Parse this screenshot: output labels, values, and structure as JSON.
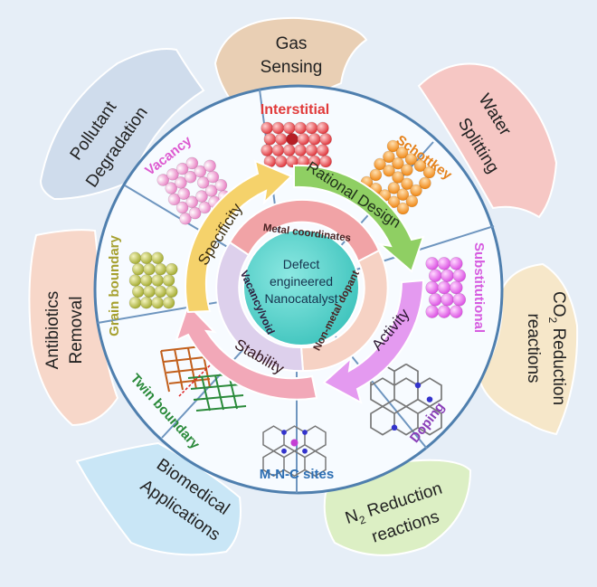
{
  "center": {
    "line1": "Defect",
    "line2": "engineered",
    "line3": "Nanocatalyst"
  },
  "inner_ring": {
    "metal_coordinates": "Metal coordinates",
    "non_metal_dopant": "Non-metal dopant",
    "vacancy_void": "Vacancy/void"
  },
  "arrows": {
    "rational_design": "Rational Design",
    "activity": "Activity",
    "stability": "Stability",
    "specificity": "Specificity"
  },
  "defect_types": {
    "interstitial": "Interstitial",
    "schottkey": "Schottkey",
    "substitutional": "Substitutional",
    "doping": "Doping",
    "mnc_sites": "M-N-C sites",
    "twin_boundary": "Twin boundary",
    "grain_boundary": "Grain boundary",
    "vacancy": "Vacancy"
  },
  "applications": {
    "gas_sensing": {
      "line1": "Gas",
      "line2": "Sensing"
    },
    "water_splitting": {
      "line1": "Water",
      "line2": "Splitting"
    },
    "co2_reduction": {
      "line1a": "CO",
      "line1sub": "2",
      "line1b": " Reduction",
      "line2": "reactions"
    },
    "n2_reduction": {
      "line1a": "N",
      "line1sub": "2",
      "line1b": " Reduction",
      "line2": "reactions"
    },
    "biomedical": {
      "line1": "Biomedical",
      "line2": "Applications"
    },
    "antibiotics": {
      "line1": "Antibiotics",
      "line2": "Removal"
    },
    "pollutant": {
      "line1": "Pollutant",
      "line2": "Degradation"
    }
  },
  "colors": {
    "background": "#e6eef7",
    "wheel": "#f7fbff",
    "wheel_border": "#4f7fae",
    "center": "#5fd6d0",
    "rational_design_arrow": "#8fcf63",
    "activity_arrow": "#e49af0",
    "stability_arrow": "#f2a8b8",
    "specificity_arrow": "#f5d26b"
  }
}
